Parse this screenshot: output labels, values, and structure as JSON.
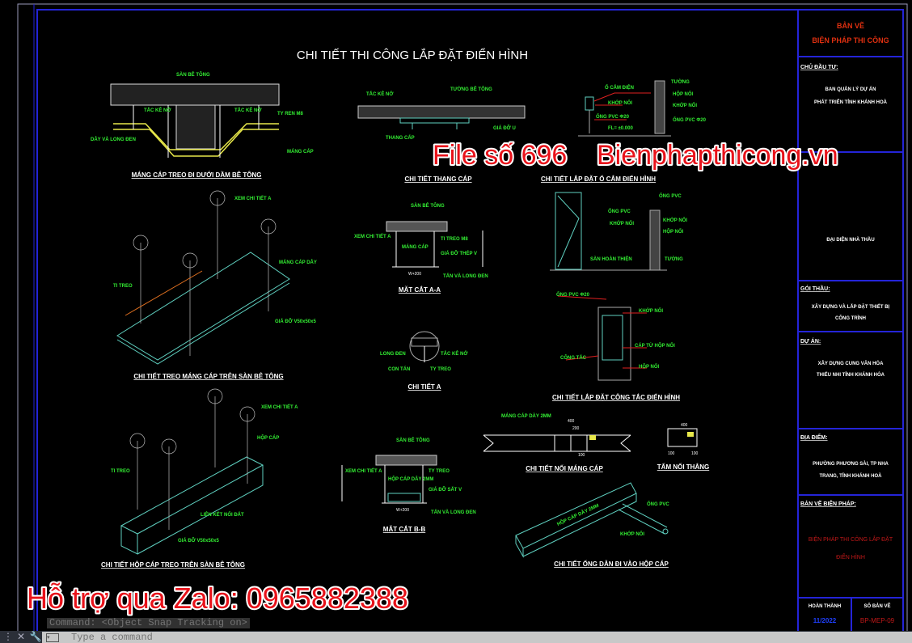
{
  "drawing": {
    "title": "CHI TIẾT THI CÔNG LẮP ĐẶT ĐIỂN HÌNH",
    "colors": {
      "background": "#000000",
      "frame": "#2020d0",
      "label": "#33ee33",
      "tray": "#e8e84a",
      "leader": "#e02020"
    },
    "details": {
      "beam": {
        "caption": "MÁNG CÁP TREO ĐI DƯỚI DẦM BÊ TÔNG",
        "labels": [
          "SÀN BÊ TÔNG",
          "TẮC KÊ NỞ",
          "TẮC KÊ NỞ",
          "TY REN M8",
          "DÂY VÀ LONG ĐEN",
          "MÁNG CÁP"
        ]
      },
      "ladder": {
        "caption": "CHI TIẾT THANG CÁP",
        "labels": [
          "TẮC KÊ NỞ",
          "TƯỜNG BÊ TÔNG",
          "GIÁ ĐỠ U",
          "THANG CẤP"
        ]
      },
      "socket": {
        "caption": "CHI TIẾT LẮP ĐẶT Ổ CẮM ĐIỂN HÌNH",
        "labels": [
          "Ổ CẮM ĐIỆN",
          "KHỚP NỐI",
          "ỐNG PVC Φ20",
          "FL= ±0.000",
          "TƯỜNG",
          "HỘP NỐI",
          "KHỚP NỐI",
          "ỐNG PVC Φ20"
        ]
      },
      "tray_iso": {
        "caption": "CHI TIẾT TREO MÁNG CÁP TRÊN SÀN BÊ TÔNG",
        "labels": [
          "XEM CHI TIẾT A",
          "MÁNG CÁP DÂY",
          "TI TREO",
          "GIÁ ĐỠ V50x50x5"
        ]
      },
      "section_aa": {
        "caption": "MẶT CẮT A-A",
        "labels": [
          "SÀN BÊ TÔNG",
          "XEM CHI TIẾT A",
          "TI TREO M8",
          "MÁNG CÁP",
          "GIÁ ĐỠ THÉP V",
          "TẤN VÀ LONG ĐEN"
        ],
        "dim": "W+200"
      },
      "detail_a": {
        "caption": "CHI TIẾT A",
        "labels": [
          "LONG ĐEN",
          "TẮC KÊ NỞ",
          "CON TÁN",
          "TY TREO"
        ]
      },
      "switch": {
        "caption": "CHI TIẾT LẮP ĐẶT CÔNG TẮC ĐIỂN HÌNH",
        "labels": [
          "ỐNG PVC",
          "ỐNG PVC",
          "KHỚP NỐI",
          "KHỚP NỐI",
          "HỘP NỐI",
          "SÀN HOÀN THIỆN",
          "TƯỜNG",
          "ỐNG PVC Φ20",
          "KHỚP NỐI",
          "CÁP TỪ HỘP NỐI",
          "CÔNG TẮC",
          "HỘP NỐI"
        ]
      },
      "box_iso": {
        "caption": "CHI TIẾT HỘP CÁP TREO TRÊN SÀN BÊ TÔNG",
        "labels": [
          "XEM CHI TIẾT A",
          "HỘP CÁP",
          "TI TREO",
          "LIÊN KẾT NỐI ĐẤT",
          "GIÁ ĐỠ V50x50x5"
        ]
      },
      "section_bb": {
        "caption": "MẶT CẮT B-B",
        "labels": [
          "SÀN BÊ TÔNG",
          "XEM CHI TIẾT A",
          "TY TREO",
          "HỘP CÁP DÂY 2MM",
          "GIÁ ĐỠ SẮT V",
          "TẤN VÀ LONG ĐEN"
        ],
        "dim": "W+200"
      },
      "tray_joint": {
        "caption": "CHI TIẾT NỐI MÁNG CÁP",
        "labels": [
          "MÁNG CÁP DÀY 2MM"
        ],
        "dims": [
          "400",
          "200",
          "100"
        ]
      },
      "splice_plate": {
        "caption": "TẤM NỐI THẲNG",
        "dims": [
          "400",
          "100",
          "100"
        ]
      },
      "conduit_entry": {
        "caption": "CHI TIẾT ỐNG DẪN ĐI VÀO HỘP CÁP",
        "labels": [
          "HỘP CÁP DÂY 2MM",
          "ỐNG PVC",
          "KHỚP NỐI"
        ]
      }
    }
  },
  "title_block": {
    "header": [
      "BẢN VẼ",
      "BIỆN PHÁP THI CÔNG"
    ],
    "owner": {
      "label": "CHỦ ĐẦU TƯ:",
      "lines": [
        "BAN QUẢN LÝ DỰ ÁN",
        "PHÁT TRIỂN TỈNH KHÁNH HOÀ"
      ]
    },
    "contractor": {
      "lines": [
        "ĐẠI DIỆN NHÀ THẦU"
      ]
    },
    "package": {
      "label": "GÓI THẦU:",
      "lines": [
        "XÂY DỰNG VÀ LẮP ĐẶT THIẾT BỊ",
        "CÔNG TRÌNH"
      ]
    },
    "project": {
      "label": "DỰ ÁN:",
      "lines": [
        "XÂY DỰNG CUNG VĂN HÓA",
        "THIẾU NHI TỈNH KHÁNH HÒA"
      ]
    },
    "location": {
      "label": "ĐỊA ĐIỂM:",
      "lines": [
        "PHƯỜNG PHƯƠNG SÀI, TP NHA",
        "TRANG, TỈNH KHÁNH HOÀ"
      ]
    },
    "method_drawing": {
      "label": "BẢN VẼ BIỆN PHÁP:",
      "lines": [
        "BIỆN PHÁP THI CÔNG LẮP ĐẶT",
        "ĐIỂN HÌNH"
      ]
    },
    "completed": {
      "label": "HOÀN THÀNH",
      "value": "11/2022"
    },
    "drawing_no": {
      "label": "SỐ BẢN VẼ",
      "value": "BP-MEP-09"
    }
  },
  "watermarks": {
    "file": "File số 696",
    "site": "Bienphapthicong.vn",
    "zalo": "Hỗ trợ qua Zalo: 0965882388"
  },
  "command_line": {
    "history": "Command: <Object Snap Tracking on>",
    "placeholder": "Type a command",
    "close_icon": "close-icon",
    "settings_icon": "wrench-icon"
  }
}
